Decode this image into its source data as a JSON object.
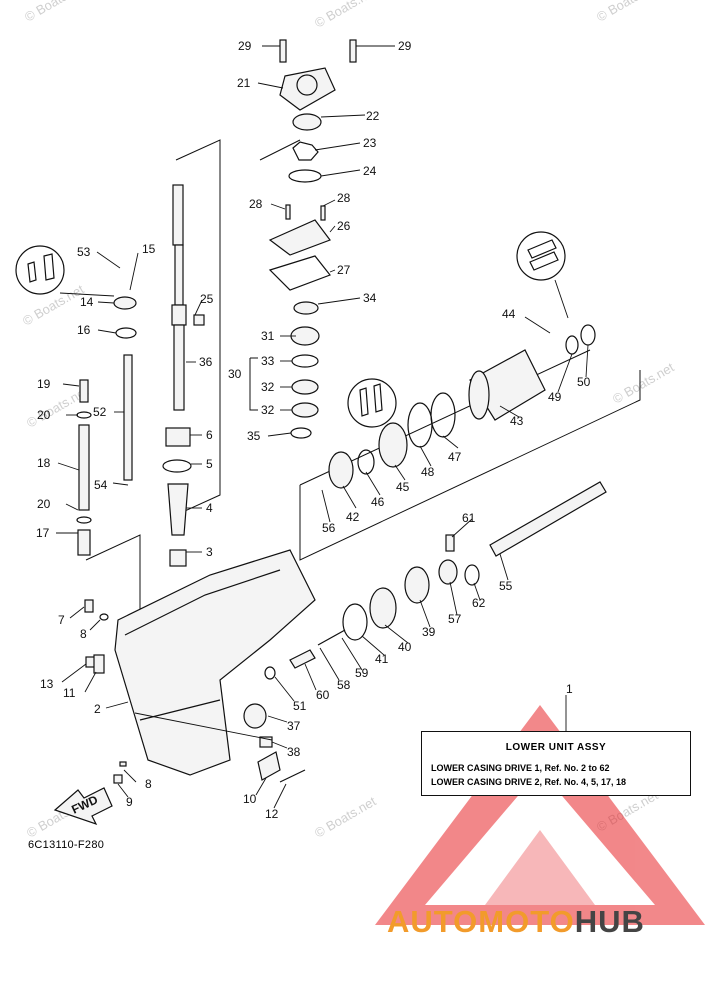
{
  "watermark_text": "© Boats.net",
  "diagram_code": "6C13110-F280",
  "fwd_label": "FWD",
  "assembly_box": {
    "title": "LOWER UNIT ASSY",
    "line1": "LOWER CASING DRIVE 1,  Ref. No. 2 to 62",
    "line2": "LOWER CASING DRIVE 2,  Ref. No. 4, 5, 17, 18"
  },
  "logo": {
    "part1": "AUTOMOTO",
    "part2": "HUB",
    "color1": "#f29b2b",
    "color2": "#444444"
  },
  "logo_triangle_color": "#e8262a",
  "callouts": [
    "1",
    "2",
    "3",
    "4",
    "5",
    "6",
    "7",
    "8",
    "8",
    "9",
    "10",
    "11",
    "12",
    "13",
    "14",
    "15",
    "16",
    "17",
    "18",
    "19",
    "20",
    "20",
    "21",
    "22",
    "23",
    "24",
    "25",
    "26",
    "27",
    "28",
    "28",
    "29",
    "29",
    "30",
    "31",
    "32",
    "32",
    "33",
    "34",
    "35",
    "36",
    "37",
    "38",
    "39",
    "40",
    "41",
    "42",
    "43",
    "44",
    "45",
    "46",
    "47",
    "48",
    "49",
    "50",
    "51",
    "52",
    "53",
    "54",
    "55",
    "56",
    "57",
    "58",
    "59",
    "60",
    "61",
    "62"
  ]
}
